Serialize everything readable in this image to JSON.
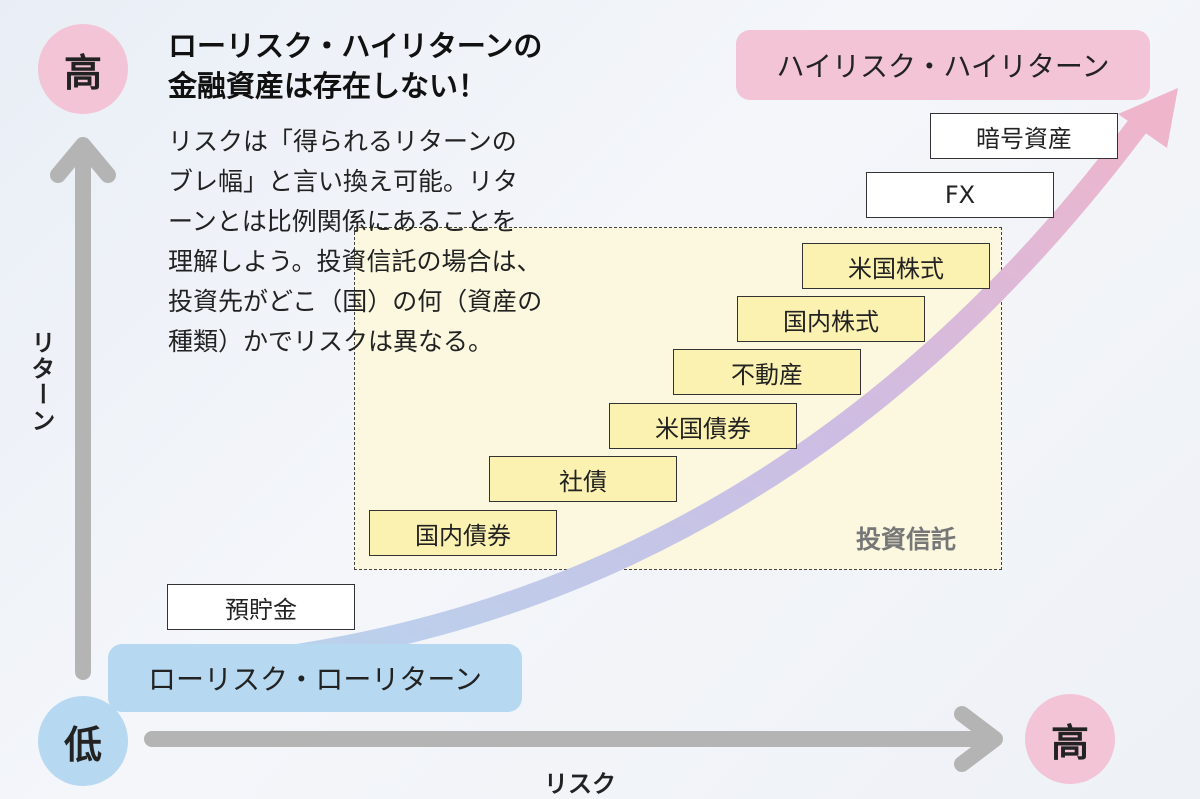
{
  "axes": {
    "y_high": "高",
    "y_label": "リターン",
    "origin_low": "低",
    "x_high": "高",
    "x_label": "リスク"
  },
  "heading": {
    "line1": "ローリスク・ハイリターンの",
    "line2": "金融資産は存在しない！"
  },
  "paragraph": [
    "リスクは「得られるリターンの",
    "ブレ幅」と言い換え可能。リタ",
    "ーンとは比例関係にあることを",
    "理解しよう。投資信託の場合は、",
    "投資先がどこ（国）の何（資産の",
    "種類）かでリスクは異なる。"
  ],
  "labels": {
    "high_risk_high_return": "ハイリスク・ハイリターン",
    "low_risk_low_return": "ローリスク・ローリターン",
    "investment_trust": "投資信託"
  },
  "assets": {
    "crypto": "暗号資産",
    "fx": "FX",
    "us_stocks": "米国株式",
    "domestic_stocks": "国内株式",
    "real_estate": "不動産",
    "us_bonds": "米国債券",
    "corporate_bonds": "社債",
    "domestic_bonds": "国内債券",
    "deposits": "預貯金"
  },
  "colors": {
    "pink": "#f2c4d5",
    "blue": "#b6d8f1",
    "yellow_box": "#fbf1b0",
    "trust_area": "#fbf8df",
    "axis_gray": "#b4b4b4"
  }
}
